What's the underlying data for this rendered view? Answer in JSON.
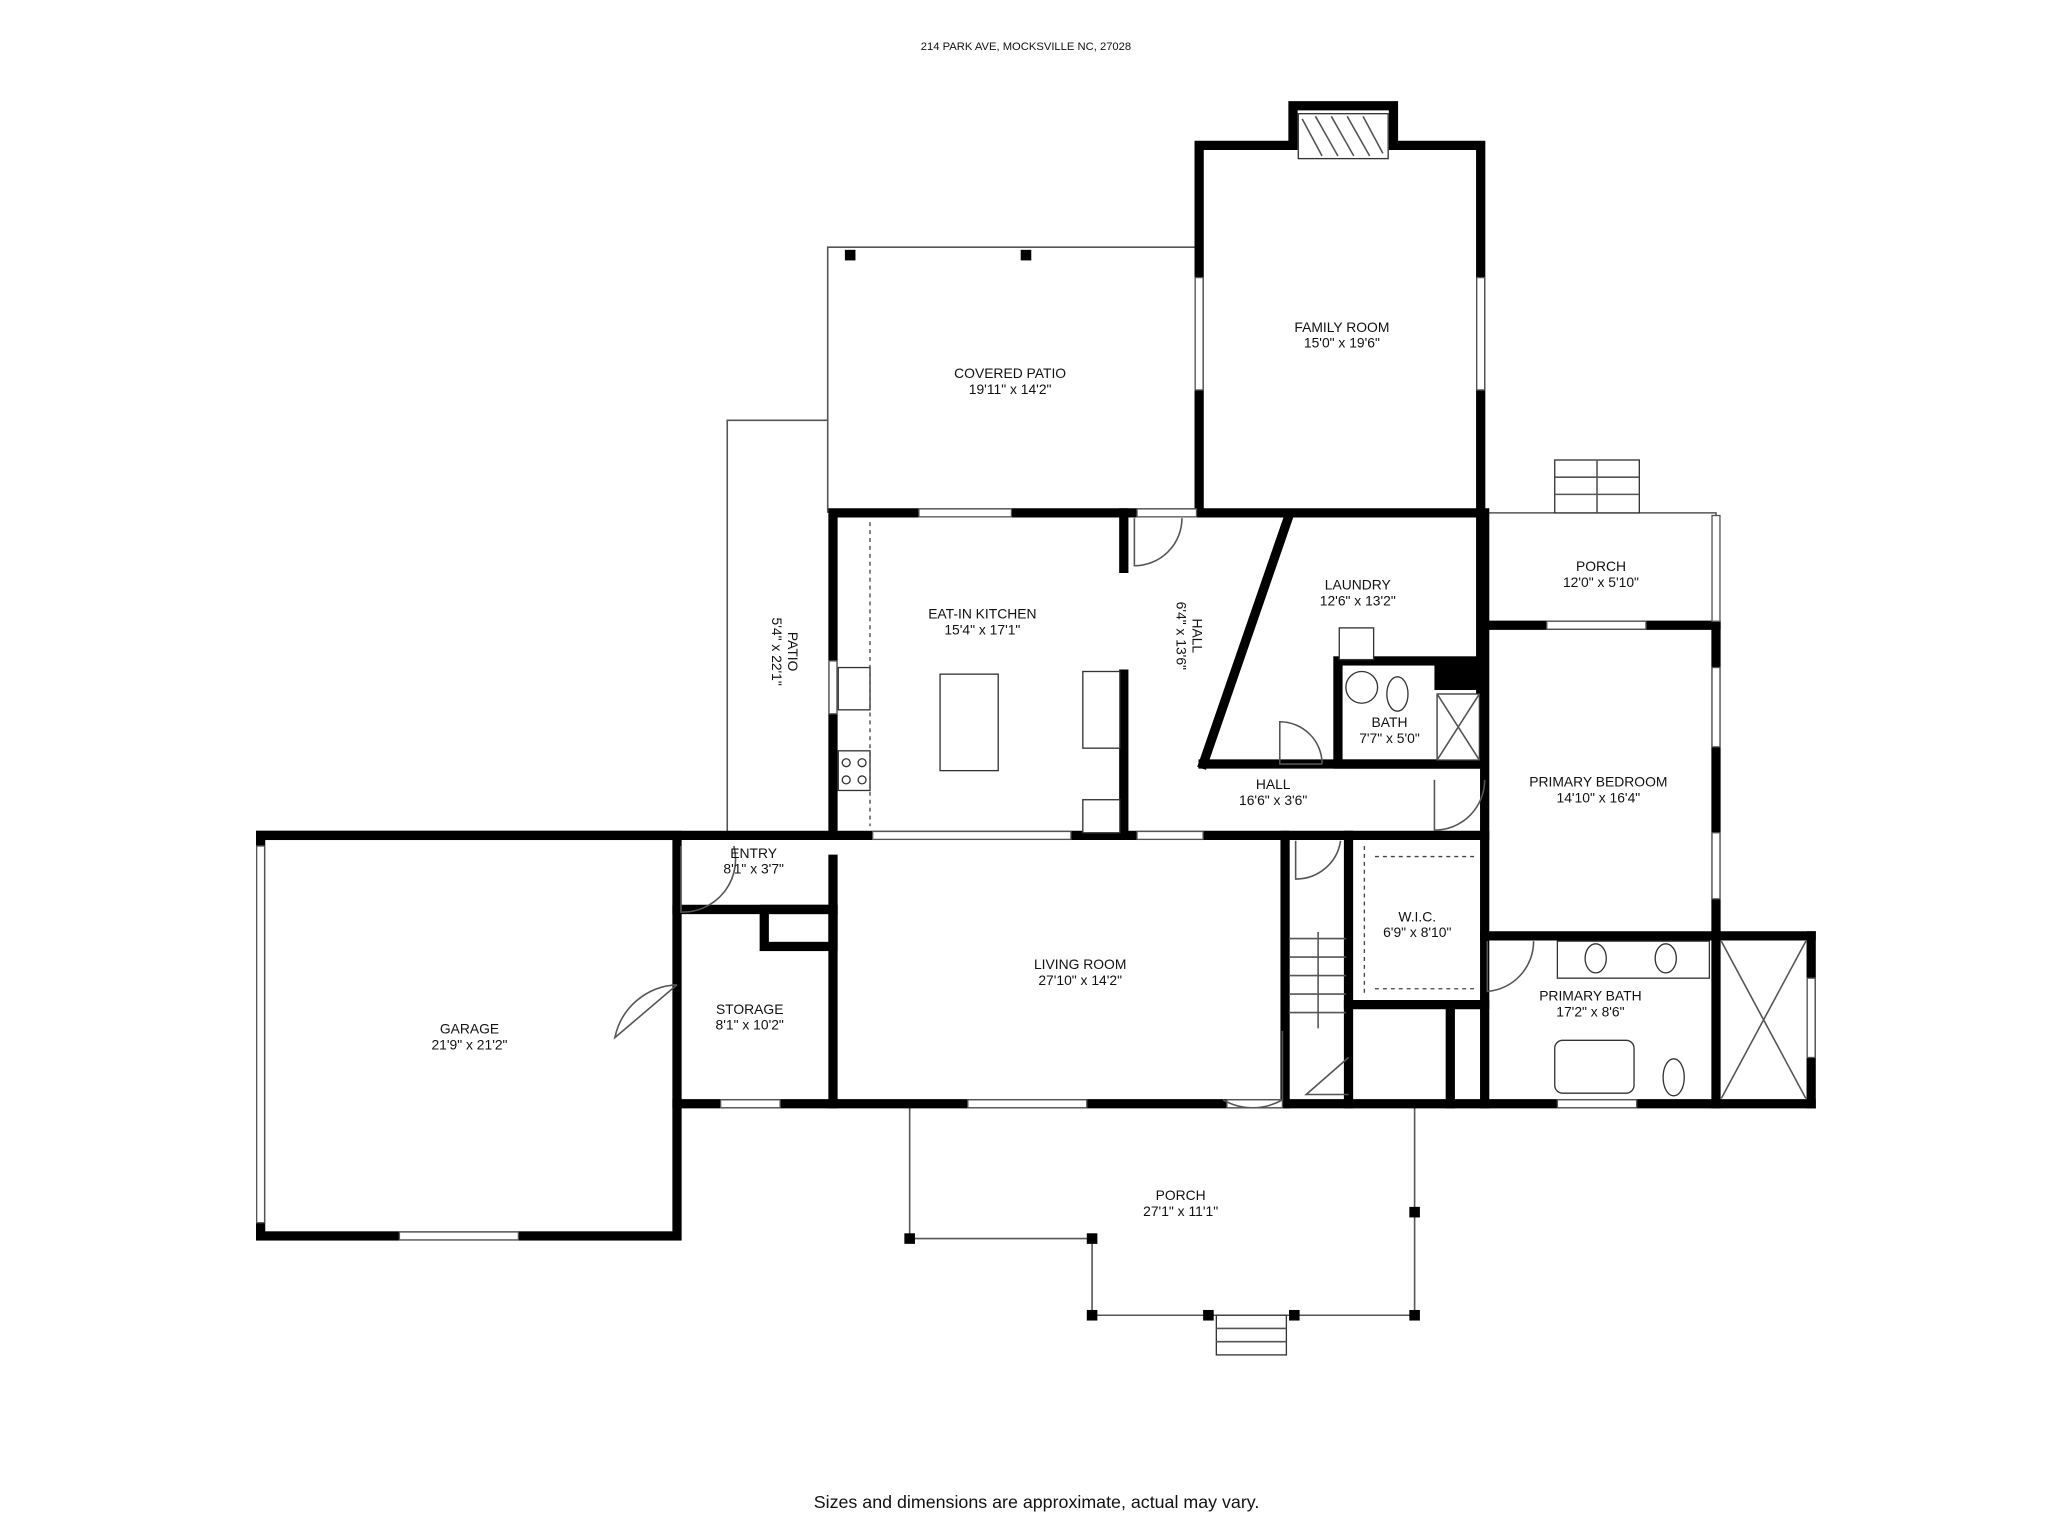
{
  "header": {
    "address": "214 PARK AVE, MOCKSVILLE NC, 27028"
  },
  "rooms": [
    {
      "id": "family-room",
      "name": "FAMILY ROOM",
      "size": "15'0\" x 19'6\""
    },
    {
      "id": "covered-patio",
      "name": "COVERED PATIO",
      "size": "19'11\" x 14'2\""
    },
    {
      "id": "patio",
      "name": "PATIO",
      "size": "5'4\" x 22'1\""
    },
    {
      "id": "eat-in-kitchen",
      "name": "EAT-IN KITCHEN",
      "size": "15'4\" x 17'1\""
    },
    {
      "id": "hall-vertical",
      "name": "HALL",
      "size": "6'4\" x 13'6\""
    },
    {
      "id": "laundry",
      "name": "LAUNDRY",
      "size": "12'6\" x 13'2\""
    },
    {
      "id": "porch-rear",
      "name": "PORCH",
      "size": "12'0\" x 5'10\""
    },
    {
      "id": "bath",
      "name": "BATH",
      "size": "7'7\" x 5'0\""
    },
    {
      "id": "hall",
      "name": "HALL",
      "size": "16'6\" x 3'6\""
    },
    {
      "id": "primary-bedroom",
      "name": "PRIMARY BEDROOM",
      "size": "14'10\" x 16'4\""
    },
    {
      "id": "entry",
      "name": "ENTRY",
      "size": "8'1\" x 3'7\""
    },
    {
      "id": "garage",
      "name": "GARAGE",
      "size": "21'9\" x 21'2\""
    },
    {
      "id": "storage",
      "name": "STORAGE",
      "size": "8'1\" x 10'2\""
    },
    {
      "id": "living-room",
      "name": "LIVING ROOM",
      "size": "27'10\" x 14'2\""
    },
    {
      "id": "wic",
      "name": "W.I.C.",
      "size": "6'9\" x 8'10\""
    },
    {
      "id": "primary-bath",
      "name": "PRIMARY BATH",
      "size": "17'2\" x 8'6\""
    },
    {
      "id": "porch-front",
      "name": "PORCH",
      "size": "27'1\" x 11'1\""
    }
  ],
  "footer": {
    "disclaimer": "Sizes and dimensions are approximate, actual may vary."
  }
}
